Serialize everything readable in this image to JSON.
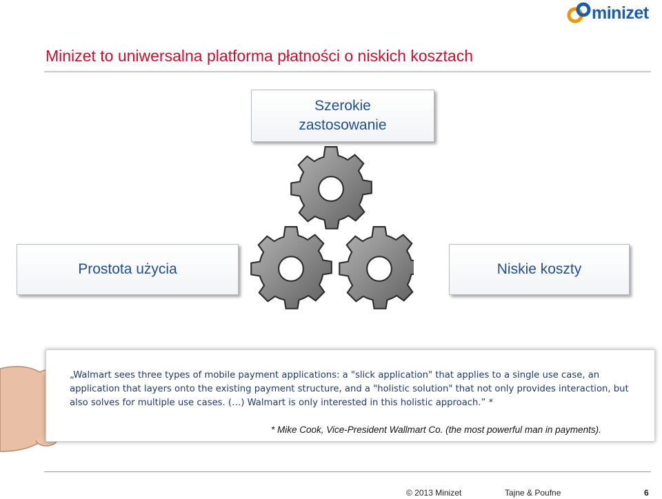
{
  "logo": {
    "text": "minizet"
  },
  "title": "Minizet to uniwersalna platforma płatności o niskich kosztach",
  "boxes": {
    "top_line1": "Szerokie",
    "top_line2": "zastosowanie",
    "left": "Prostota użycia",
    "right": "Niskie koszty"
  },
  "quote": {
    "text": "„Walmart sees three types of mobile payment applications: a \"slick application\" that applies to a single use case, an application that layers onto the existing payment structure, and a \"holistic solution\" that not only provides interaction, but also solves for multiple use cases. (…) Walmart is only interested in this holistic approach.” *",
    "attribution": "* Mike Cook, Vice-President Wallmart Co. (the most powerful man in payments)."
  },
  "footer": {
    "copyright": "© 2013 Minizet",
    "confidential": "Tajne & Poufne",
    "page": "6"
  },
  "colors": {
    "title": "#c8102e",
    "box_text": "#1f4f8f",
    "quote_text": "#1f3a6b",
    "gear": "#8a8a8a"
  },
  "icons": [
    "minizet-logo-icon",
    "gear-icon",
    "hand-icon"
  ]
}
